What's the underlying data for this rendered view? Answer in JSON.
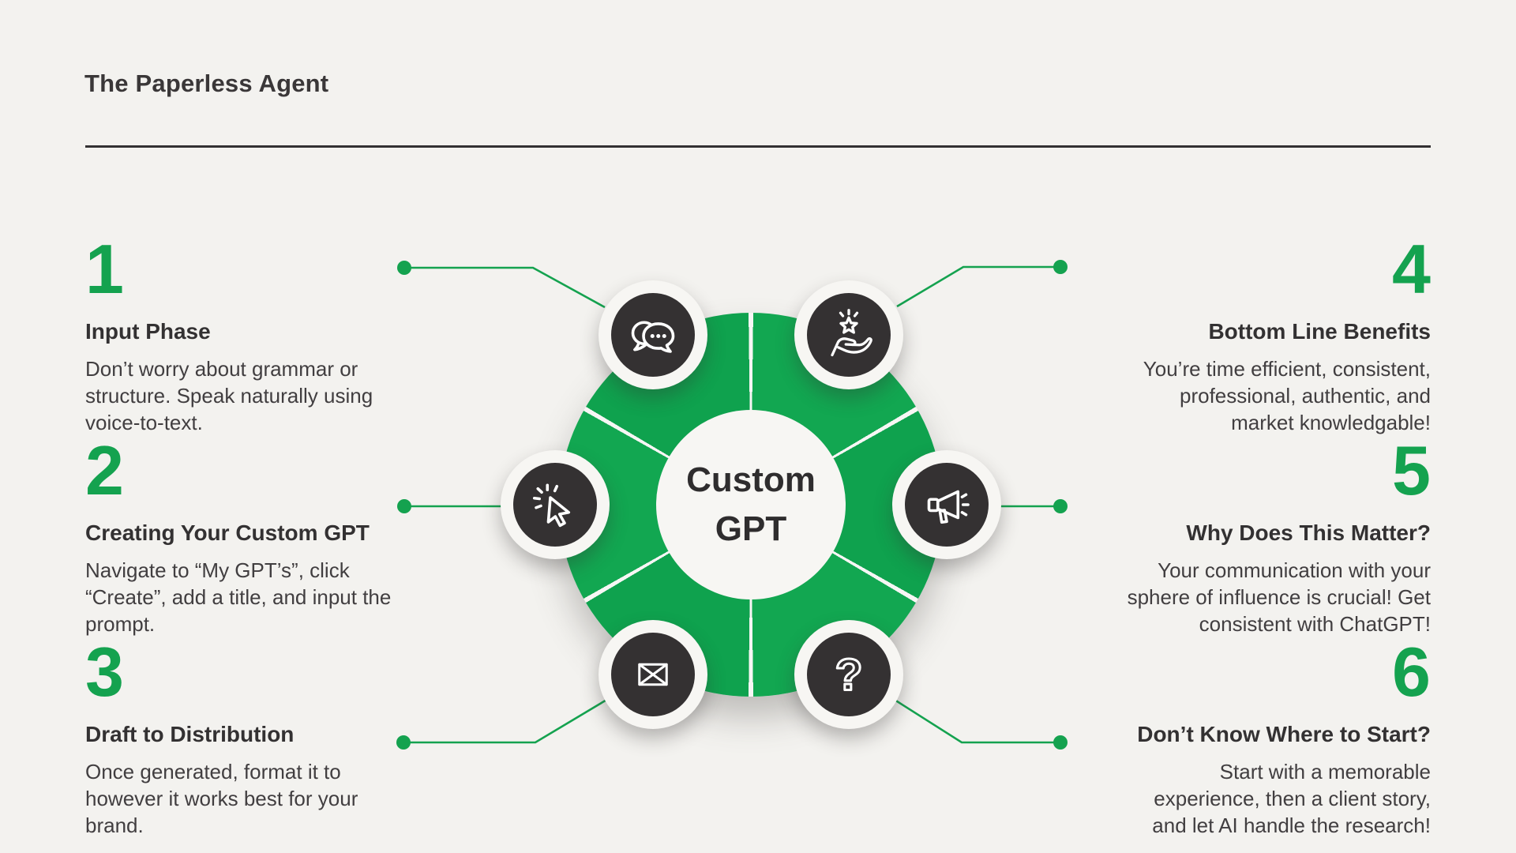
{
  "colors": {
    "background": "#f3f2ef",
    "accent_green": "#14a24f",
    "ring_green": "#10a751",
    "icon_dark": "#343132",
    "title_dark": "#3a3738",
    "body_text": "#413e40",
    "circle_white": "#f7f6f3"
  },
  "header": {
    "title": "The Paperless Agent"
  },
  "hub": {
    "line1": "Custom",
    "line2": "GPT",
    "icons": [
      {
        "name": "speech-bubbles-icon"
      },
      {
        "name": "star-in-hand-icon"
      },
      {
        "name": "cursor-click-icon"
      },
      {
        "name": "megaphone-icon"
      },
      {
        "name": "envelope-icon"
      },
      {
        "name": "question-mark-icon",
        "glyph": "?"
      }
    ]
  },
  "steps": [
    {
      "number": "1",
      "title": "Input Phase",
      "description": "Don’t worry about grammar or\nstructure. Speak naturally using\nvoice-to-text."
    },
    {
      "number": "2",
      "title": "Creating Your Custom GPT",
      "description": "Navigate to “My GPT’s”, click\n“Create”, add a title, and input the\nprompt."
    },
    {
      "number": "3",
      "title": "Draft to Distribution",
      "description": "Once generated, format it to\nhowever it works best for your\nbrand."
    },
    {
      "number": "4",
      "title": "Bottom Line Benefits",
      "description": "You’re time efficient, consistent,\nprofessional, authentic, and\nmarket knowledgable!"
    },
    {
      "number": "5",
      "title": "Why Does This Matter?",
      "description": "Your communication with your\nsphere of influence is crucial! Get\nconsistent with ChatGPT!"
    },
    {
      "number": "6",
      "title": "Don’t Know Where to Start?",
      "description": "Start with a memorable\nexperience, then a client story,\nand let AI handle the research!"
    }
  ]
}
